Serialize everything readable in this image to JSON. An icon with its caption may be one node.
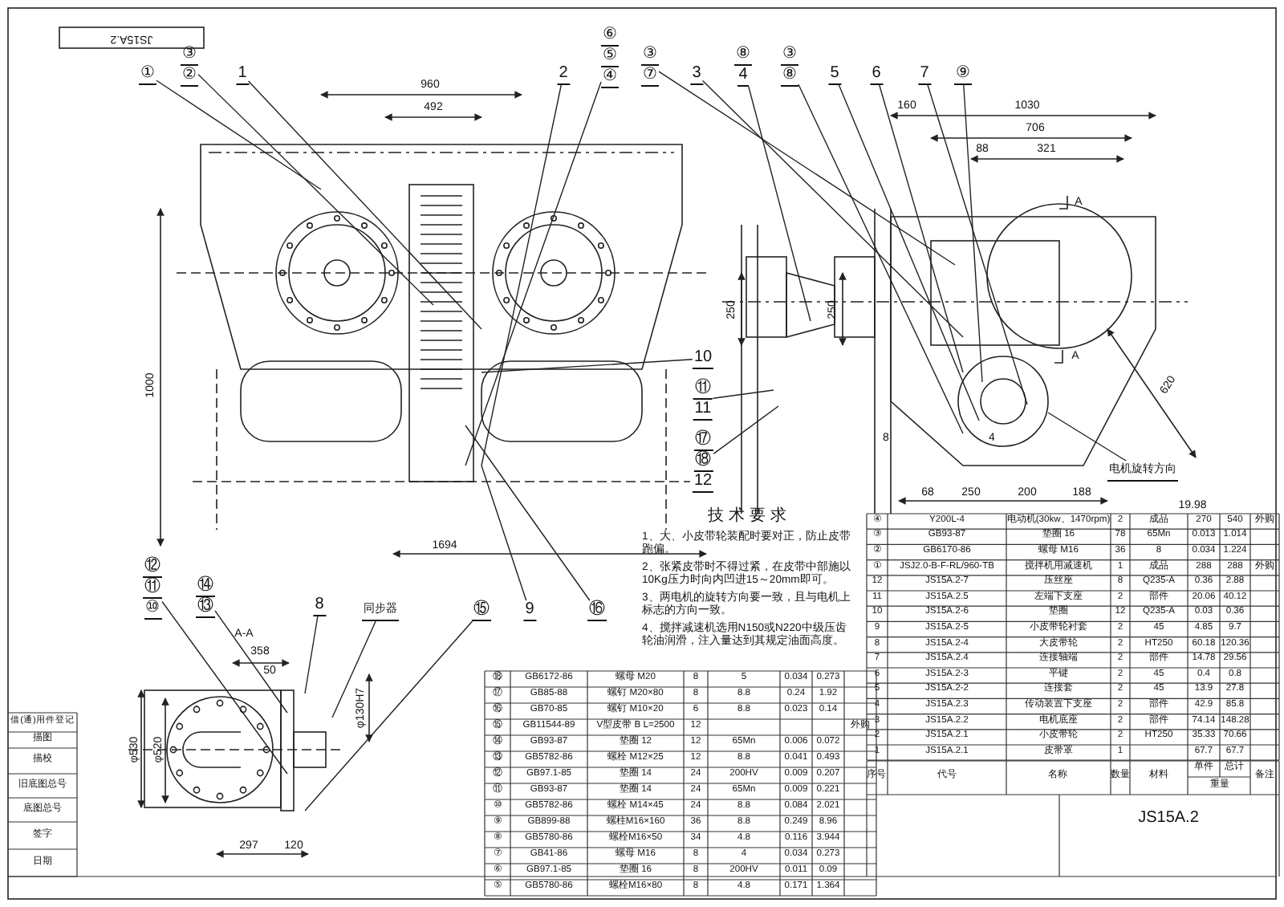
{
  "diagram": {
    "nodes": [
      {
        "text": [
          "①"
        ]
      },
      {
        "text": [
          "③",
          "②"
        ]
      },
      {
        "text": [
          "1"
        ]
      },
      {
        "text": [
          "2"
        ]
      },
      {
        "text": [
          "⑥",
          "⑤",
          "④"
        ]
      },
      {
        "text": [
          "③",
          "⑦"
        ]
      },
      {
        "text": [
          "3"
        ]
      },
      {
        "text": [
          "⑧",
          "4"
        ]
      },
      {
        "text": [
          "③",
          "⑧"
        ]
      },
      {
        "text": [
          "5"
        ]
      },
      {
        "text": [
          "6"
        ]
      },
      {
        "text": [
          "7"
        ]
      },
      {
        "text": [
          "⑨"
        ]
      },
      {
        "text": [
          "10"
        ]
      },
      {
        "text": [
          "⑪",
          "11"
        ]
      },
      {
        "text": [
          "⑰",
          "⑱",
          "12"
        ]
      },
      {
        "text": [
          "9"
        ]
      },
      {
        "text": [
          "⑯"
        ]
      },
      {
        "text": [
          "⑫",
          "⑪",
          "⑩"
        ]
      },
      {
        "text": [
          "⑭",
          "⑬"
        ]
      },
      {
        "text": [
          "8"
        ]
      },
      {
        "text": [
          "同步器"
        ]
      },
      {
        "text": [
          "⑮"
        ]
      },
      {
        "text": [
          "电机旋转方向"
        ]
      }
    ],
    "edges": [
      {
        "from": 0,
        "to": null,
        "arrow": "none"
      },
      {
        "from": 1,
        "to": null,
        "arrow": "none"
      },
      {
        "from": 2,
        "to": null,
        "arrow": "none"
      },
      {
        "from": 3,
        "to": null,
        "arrow": "none"
      },
      {
        "from": 4,
        "to": null,
        "arrow": "none"
      },
      {
        "from": 5,
        "to": null,
        "arrow": "none"
      },
      {
        "from": 6,
        "to": null,
        "arrow": "none"
      },
      {
        "from": 7,
        "to": null,
        "arrow": "none"
      },
      {
        "from": 8,
        "to": null,
        "arrow": "none"
      },
      {
        "from": 9,
        "to": null,
        "arrow": "none"
      },
      {
        "from": 10,
        "to": null,
        "arrow": "none"
      },
      {
        "from": 11,
        "to": null,
        "arrow": "none"
      },
      {
        "from": 12,
        "to": null,
        "arrow": "none"
      },
      {
        "from": 13,
        "to": null,
        "arrow": "none"
      },
      {
        "from": 14,
        "to": null,
        "arrow": "none"
      },
      {
        "from": 15,
        "to": null,
        "arrow": "none"
      },
      {
        "from": 16,
        "to": null,
        "arrow": "none"
      },
      {
        "from": 17,
        "to": null,
        "arrow": "none"
      },
      {
        "from": 18,
        "to": null,
        "arrow": "none"
      },
      {
        "from": 19,
        "to": null,
        "arrow": "none"
      },
      {
        "from": 20,
        "to": null,
        "arrow": "none"
      },
      {
        "from": 21,
        "to": null,
        "arrow": "none"
      },
      {
        "from": 22,
        "to": null,
        "arrow": "none"
      },
      {
        "from": 23,
        "to": null,
        "arrow": "none"
      }
    ],
    "labels": [
      "JS15A.2",
      "960",
      "492",
      "160",
      "1030",
      "706",
      "88",
      "321",
      "A",
      "250",
      "250",
      "1000",
      "620",
      "A",
      "8",
      "4",
      "68",
      "250",
      "200",
      "188",
      "1694",
      "19.98",
      "A-A",
      "358",
      "50",
      "φ530",
      "φ520",
      "φ130H7",
      "297",
      "120",
      "技术要求",
      "1、大、小皮带轮装配时要对正，防止皮带跑偏。",
      "2、张紧皮带时不得过紧，在皮带中部施以10Kg压力时向内凹进15～20mm即可。",
      "3、两电机的旋转方向要一致，且与电机上标志的方向一致。",
      "4、搅拌减速机选用N150或N220中级压齿轮油润滑，注入量达到其规定油面高度。",
      "借(通)用件登记",
      "描图",
      "描校",
      "旧底图总号",
      "底图总号",
      "签字",
      "日期",
      "⑱",
      "GB6172-86",
      "螺母 M20",
      "8",
      "5",
      "0.034",
      "0.273",
      "⑰",
      "GB85-88",
      "螺钉 M20×80",
      "8",
      "8.8",
      "0.24",
      "1.92",
      "⑯",
      "GB70-85",
      "螺钉 M10×20",
      "6",
      "8.8",
      "0.023",
      "0.14",
      "⑮",
      "GB11544-89",
      "V型皮带 B L=2500",
      "12",
      "外购",
      "⑭",
      "GB93-87",
      "垫圈 12",
      "12",
      "65Mn",
      "0.006",
      "0.072",
      "⑬",
      "GB5782-86",
      "螺栓 M12×25",
      "12",
      "8.8",
      "0.041",
      "0.493",
      "⑫",
      "GB97.1-85",
      "垫圈 14",
      "24",
      "200HV",
      "0.009",
      "0.207",
      "⑪",
      "GB93-87",
      "垫圈 14",
      "24",
      "65Mn",
      "0.009",
      "0.221",
      "⑩",
      "GB5782-86",
      "螺栓 M14×45",
      "24",
      "8.8",
      "0.084",
      "2.021",
      "⑨",
      "GB899-88",
      "螺柱M16×160",
      "36",
      "8.8",
      "0.249",
      "8.96",
      "⑧",
      "GB5780-86",
      "螺栓M16×50",
      "34",
      "4.8",
      "0.116",
      "3.944",
      "⑦",
      "GB41-86",
      "螺母 M16",
      "8",
      "4",
      "0.034",
      "0.273",
      "⑥",
      "GB97.1-85",
      "垫圈 16",
      "8",
      "200HV",
      "0.011",
      "0.09",
      "⑤",
      "GB5780-86",
      "螺栓M16×80",
      "8",
      "4.8",
      "0.171",
      "1.364",
      "④",
      "Y200L-4",
      "电动机(30kw、1470rpm)",
      "2",
      "成品",
      "270",
      "540",
      "外购",
      "③",
      "GB93-87",
      "垫圈 16",
      "78",
      "65Mn",
      "0.013",
      "1.014",
      "②",
      "GB6170-86",
      "螺母 M16",
      "36",
      "8",
      "0.034",
      "1.224",
      "①",
      "JSJ2.0-B-F-RL/960-TB",
      "搅拌机用减速机",
      "1",
      "成品",
      "288",
      "288",
      "外购",
      "12",
      "JS15A.2-7",
      "压丝座",
      "8",
      "Q235-A",
      "0.36",
      "2.88",
      "11",
      "JS15A.2.5",
      "左端下支座",
      "2",
      "部件",
      "20.06",
      "40.12",
      "10",
      "JS15A.2-6",
      "垫圈",
      "12",
      "Q235-A",
      "0.03",
      "0.36",
      "9",
      "JS15A.2-5",
      "小皮带轮衬套",
      "2",
      "45",
      "4.85",
      "9.7",
      "8",
      "JS15A.2-4",
      "大皮带轮",
      "2",
      "HT250",
      "60.18",
      "120.36",
      "7",
      "JS15A.2.4",
      "连接轴端",
      "2",
      "部件",
      "14.78",
      "29.56",
      "6",
      "JS15A.2-3",
      "平键",
      "2",
      "45",
      "0.4",
      "0.8",
      "5",
      "JS15A.2-2",
      "连接套",
      "2",
      "45",
      "13.9",
      "27.8",
      "4",
      "JS15A.2.3",
      "传动装置下支座",
      "2",
      "部件",
      "42.9",
      "85.8",
      "3",
      "JS15A.2.2",
      "电机底座",
      "2",
      "部件",
      "74.14",
      "148.28",
      "2",
      "JS15A.2.1",
      "小皮带轮",
      "2",
      "HT250",
      "35.33",
      "70.66",
      "1",
      "JS15A.2.1",
      "皮带罩",
      "1",
      "67.7",
      "67.7",
      "序号",
      "代号",
      "名称",
      "数量",
      "材料",
      "单件",
      "总计",
      "重量",
      "备注",
      "JS15A.2"
    ]
  }
}
